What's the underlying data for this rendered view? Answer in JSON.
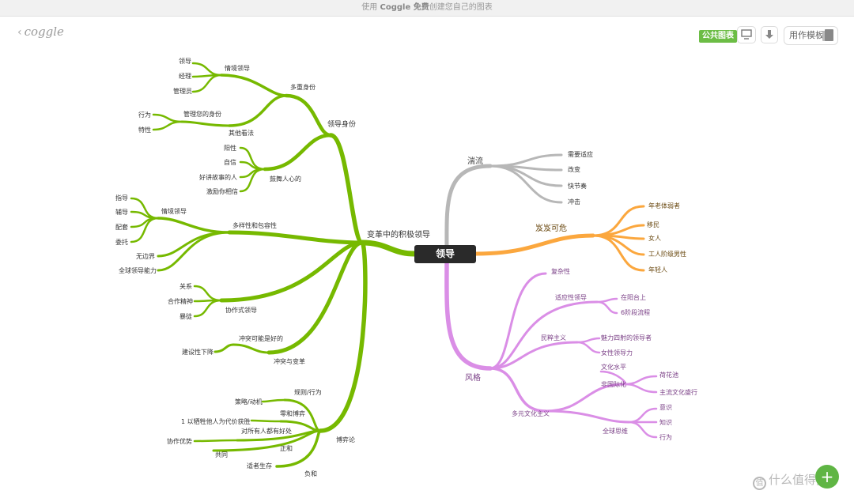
{
  "banner": {
    "prefix": "使用",
    "brand": "Coggle 免费",
    "suffix": "创建您自己的图表"
  },
  "logo": {
    "text": "coggle",
    "back_icon": "chevron-left-icon"
  },
  "toolbar": {
    "public_badge": "公共图表",
    "present_icon": "monitor-icon",
    "download_icon": "download-arrow-icon",
    "template_label": "用作模板",
    "template_icon": "copy-document-icon"
  },
  "colors": {
    "green": "#76b900",
    "gray": "#b7b7b7",
    "orange": "#fba73e",
    "purple": "#da8ee6",
    "root_bg": "#2a2a2a"
  },
  "mindmap": {
    "root": "领导",
    "green": {
      "main": "变革中的积极领导",
      "identity": "领导身份",
      "multi_identity": "多重身份",
      "situational": "情境领导",
      "leader": "领导",
      "manager": "经理",
      "admin": "管理员",
      "manage_identity": "管理您的身份",
      "behavior": "行为",
      "trait": "特性",
      "others_view": "其他看法",
      "inspire": "鼓舞人心的",
      "positive": "阳性",
      "confidence": "自信",
      "storyteller": "好讲故事的人",
      "motivate": "激励你相信",
      "diversity": "多样性和包容性",
      "situational2": "情境领导",
      "direct": "指导",
      "coach": "辅导",
      "support": "配套",
      "delegate": "委托",
      "boundless": "无边界",
      "global_ability": "全球领导能力",
      "collab": "协作式领导",
      "relation": "关系",
      "cooperation": "合作精神",
      "empathy": "暴徒",
      "conflict": "冲突与变革",
      "conflict_good": "冲突可能是好的",
      "constructive": "建设性下降",
      "game": "博弈论",
      "rules": "规则/行为",
      "strategy": "策略/动机",
      "zero_sum": "零和博弈",
      "at_expense": "1 以牺牲他人为代价获胜",
      "all_benefit": "对所有人都有好处",
      "collab_adv": "协作优势",
      "positive_sum": "正和",
      "common": "共同",
      "survival": "适者生存",
      "negative_sum": "负和"
    },
    "gray": {
      "main": "湍流",
      "adapt": "需要适应",
      "change": "改变",
      "fast": "快节奏",
      "impact": "冲击"
    },
    "orange": {
      "main": "岌岌可危",
      "elderly": "年老体弱者",
      "migrants": "移民",
      "women": "女人",
      "workers": "工人阶级男性",
      "young": "年轻人"
    },
    "purple": {
      "main": "风格",
      "complexity": "复杂性",
      "adaptive": "适应性领导",
      "balcony": "在阳台上",
      "six_steps": "6阶段流程",
      "populism": "民粹主义",
      "charismatic": "魅力四射的领导者",
      "female": "女性领导力",
      "multicultural": "多元文化主义",
      "culture_level": "文化水平",
      "internationalized": "非国际化",
      "lotus": "荷花池",
      "mainstream": "主流文化盛行",
      "global_mind": "全球思维",
      "awareness": "意识",
      "knowledge": "知识",
      "action": "行为"
    }
  },
  "watermark": {
    "text": "什么值得买",
    "icon_char": "值"
  },
  "fab": {
    "icon": "plus-icon",
    "char": "+"
  }
}
